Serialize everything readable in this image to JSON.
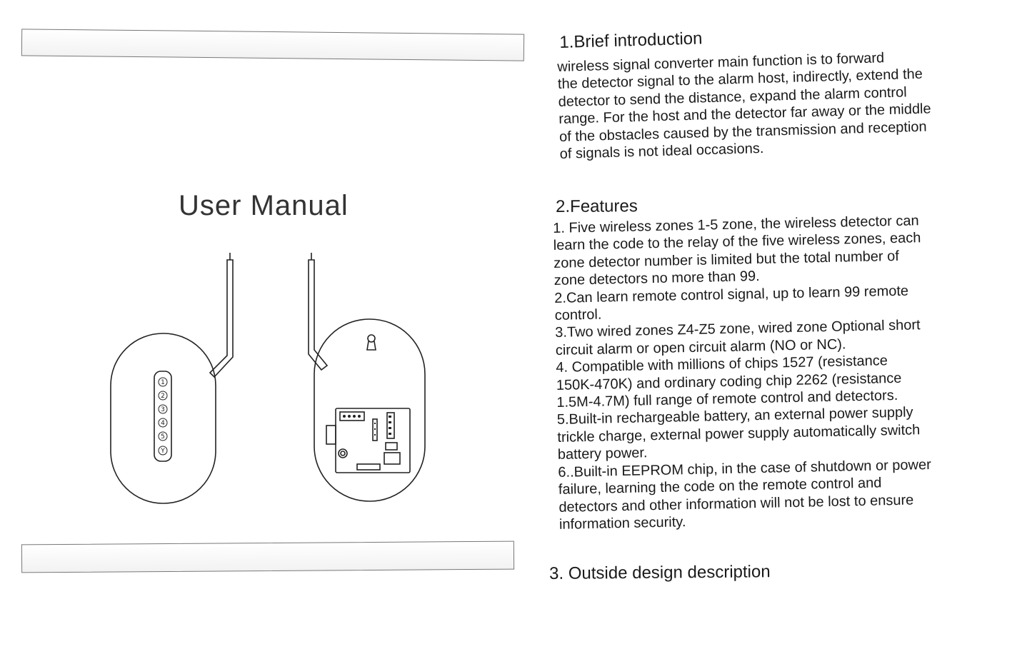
{
  "cover": {
    "title": "User Manual",
    "indicator_labels": [
      "1",
      "2",
      "3",
      "4",
      "5",
      "Y"
    ]
  },
  "sections": {
    "intro": {
      "heading": "1.Brief introduction",
      "body": "wireless signal converter main function is to forward\nthe detector signal to the alarm host, indirectly, extend the\ndetector to send the distance, expand the alarm control\nrange. For the host and the detector far away or the middle\nof the obstacles caused by the transmission and reception\nof signals is not ideal occasions."
    },
    "features": {
      "heading": "2.Features",
      "body": "1. Five wireless zones 1-5 zone, the wireless detector can\nlearn the code to the relay of the five wireless zones, each\nzone detector number is limited but the total number of\nzone detectors no more than 99.\n2.Can learn  remote control signal, up to learn 99 remote\ncontrol.\n3.Two wired zones Z4-Z5 zone, wired zone Optional short\ncircuit alarm or open circuit alarm (NO or NC).\n4. Compatible with millions of chips 1527 (resistance\n150K-470K) and ordinary coding chip 2262 (resistance\n1.5M-4.7M) full range of remote control and detectors.\n5.Built-in rechargeable battery, an external power supply\ntrickle charge, external power supply automatically switch\nbattery power.\n6..Built-in EEPROM chip, in the case of shutdown or power\nfailure, learning the code on the remote control and\ndetectors and other information will not be lost to ensure\ninformation security."
    },
    "outside": {
      "heading": "3. Outside design description"
    }
  }
}
